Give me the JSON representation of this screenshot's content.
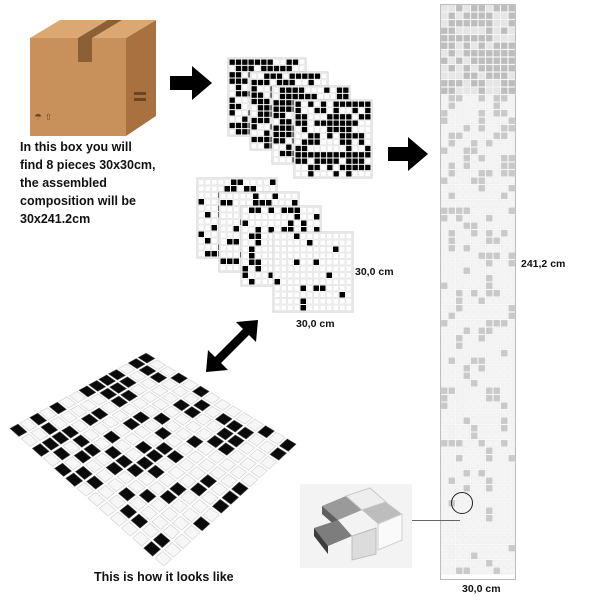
{
  "box_text": [
    "In this box you will",
    "find 8 pieces 30x30cm,",
    "the assembled",
    "composition will be",
    "30x241.2cm"
  ],
  "dims": {
    "tile_height": "30,0 cm",
    "tile_width": "30,0 cm",
    "strip_height": "241,2 cm",
    "strip_width": "30,0 cm"
  },
  "photo_caption": "This is how it looks like",
  "colors": {
    "box": "#c8905a",
    "box_tape": "#8c5f34",
    "arrow": "#000000",
    "black_tile": "#000000",
    "white_tile": "#ffffff",
    "grout": "#d6d6d6"
  },
  "icons": [
    "cardboard-box-icon",
    "arrow-right-icon",
    "double-arrow-icon",
    "magnifier-circle-icon"
  ]
}
